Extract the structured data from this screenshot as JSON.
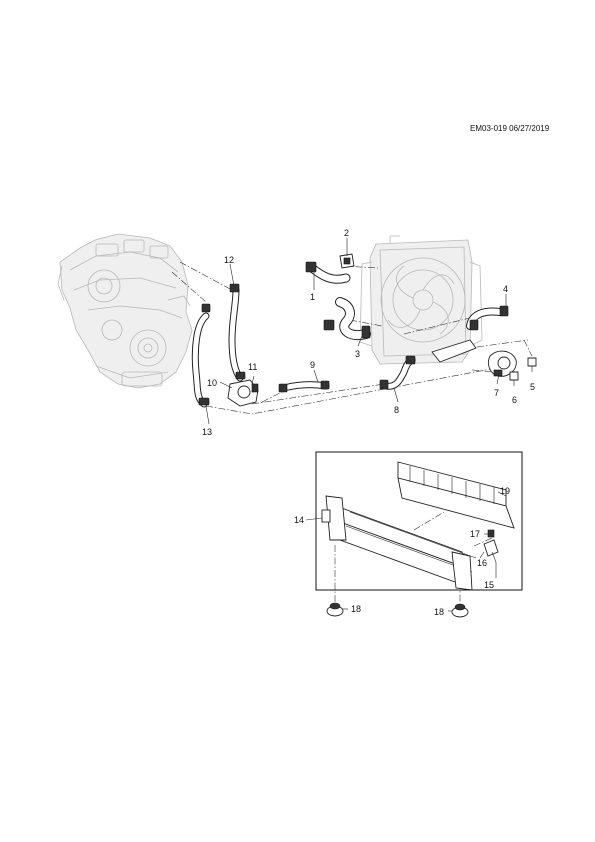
{
  "document": {
    "code": "EM03-019 06/27/2019"
  },
  "callouts": [
    "1",
    "2",
    "3",
    "4",
    "5",
    "6",
    "7",
    "8",
    "9",
    "10",
    "11",
    "12",
    "13",
    "14",
    "15",
    "16",
    "17",
    "18",
    "18",
    "19"
  ]
}
